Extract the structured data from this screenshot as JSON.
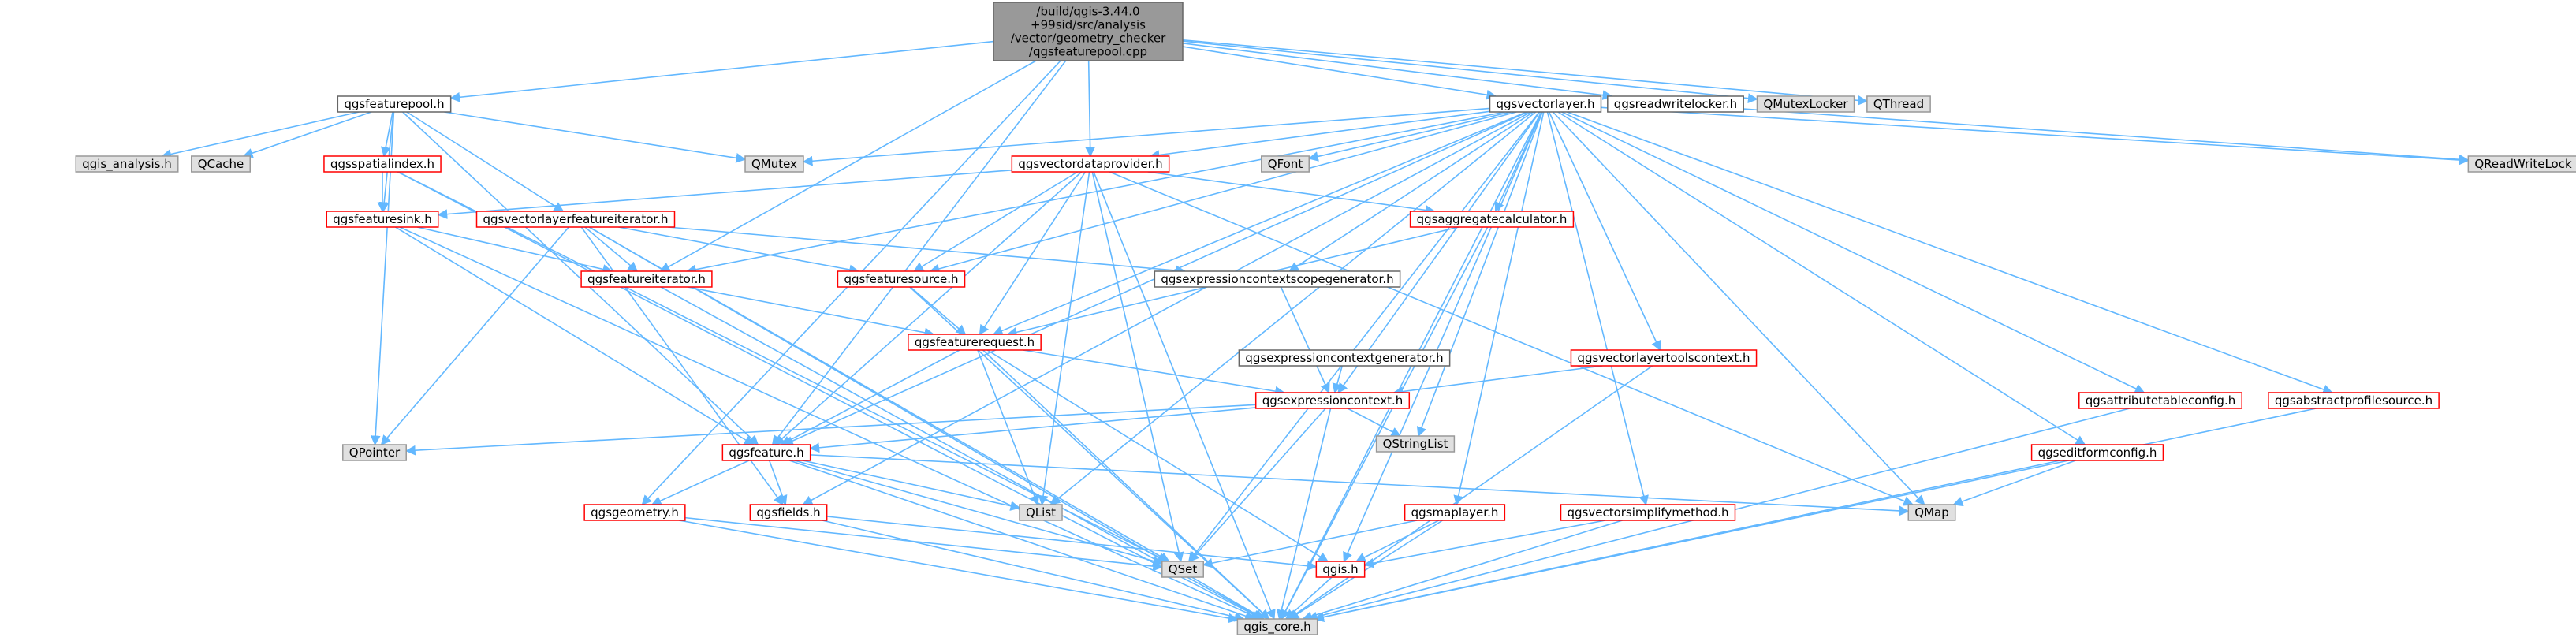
{
  "colors": {
    "root_fill": "#999999",
    "root_stroke": "#666666",
    "white_fill": "#ffffff",
    "gray_fill": "#e0e0e0",
    "gray_stroke": "#999999",
    "red_stroke": "#ff0000",
    "black_stroke": "#666666",
    "text": "#000000",
    "edge": "#63b8ff"
  },
  "nodes": [
    {
      "id": "root",
      "lines": [
        "/build/qgis-3.44.0",
        "+99sid/src/analysis",
        "/vector/geometry_checker",
        "/qgsfeaturepool.cpp"
      ],
      "style": "root"
    },
    {
      "id": "featurepool_h",
      "lines": [
        "qgsfeaturepool.h"
      ],
      "style": "black"
    },
    {
      "id": "vectorlayer_h",
      "lines": [
        "qgsvectorlayer.h"
      ],
      "style": "black"
    },
    {
      "id": "readwritelocker_h",
      "lines": [
        "qgsreadwritelocker.h"
      ],
      "style": "black"
    },
    {
      "id": "qmutexlocker",
      "lines": [
        "QMutexLocker"
      ],
      "style": "gray"
    },
    {
      "id": "qthread",
      "lines": [
        "QThread"
      ],
      "style": "gray"
    },
    {
      "id": "qreadwritelock",
      "lines": [
        "QReadWriteLock"
      ],
      "style": "gray"
    },
    {
      "id": "analysis_h",
      "lines": [
        "qgis_analysis.h"
      ],
      "style": "gray"
    },
    {
      "id": "qcache",
      "lines": [
        "QCache"
      ],
      "style": "gray"
    },
    {
      "id": "spatialindex_h",
      "lines": [
        "qgsspatialindex.h"
      ],
      "style": "red"
    },
    {
      "id": "qmutex",
      "lines": [
        "QMutex"
      ],
      "style": "gray"
    },
    {
      "id": "vectordataprovider_h",
      "lines": [
        "qgsvectordataprovider.h"
      ],
      "style": "red"
    },
    {
      "id": "qfont",
      "lines": [
        "QFont"
      ],
      "style": "gray"
    },
    {
      "id": "featuresink_h",
      "lines": [
        "qgsfeaturesink.h"
      ],
      "style": "red"
    },
    {
      "id": "vlfeatureiterator_h",
      "lines": [
        "qgsvectorlayerfeatureiterator.h"
      ],
      "style": "red"
    },
    {
      "id": "aggregatecalc_h",
      "lines": [
        "qgsaggregatecalculator.h"
      ],
      "style": "red"
    },
    {
      "id": "featureiterator_h",
      "lines": [
        "qgsfeatureiterator.h"
      ],
      "style": "red"
    },
    {
      "id": "featuresource_h",
      "lines": [
        "qgsfeaturesource.h"
      ],
      "style": "red"
    },
    {
      "id": "exprscopegen_h",
      "lines": [
        "qgsexpressioncontextscopegenerator.h"
      ],
      "style": "black"
    },
    {
      "id": "featurerequest_h",
      "lines": [
        "qgsfeaturerequest.h"
      ],
      "style": "red"
    },
    {
      "id": "exprctxgen_h",
      "lines": [
        "qgsexpressioncontextgenerator.h"
      ],
      "style": "black"
    },
    {
      "id": "vltoolscontext_h",
      "lines": [
        "qgsvectorlayertoolscontext.h"
      ],
      "style": "red"
    },
    {
      "id": "attrtableconfig_h",
      "lines": [
        "qgsattributetableconfig.h"
      ],
      "style": "red"
    },
    {
      "id": "abstractprofilesource_h",
      "lines": [
        "qgsabstractprofilesource.h"
      ],
      "style": "red"
    },
    {
      "id": "exprcontext_h",
      "lines": [
        "qgsexpressioncontext.h"
      ],
      "style": "red"
    },
    {
      "id": "qpointer",
      "lines": [
        "QPointer"
      ],
      "style": "gray"
    },
    {
      "id": "feature_h",
      "lines": [
        "qgsfeature.h"
      ],
      "style": "red"
    },
    {
      "id": "qstringlist",
      "lines": [
        "QStringList"
      ],
      "style": "gray"
    },
    {
      "id": "editformconfig_h",
      "lines": [
        "qgseditformconfig.h"
      ],
      "style": "red"
    },
    {
      "id": "qlist",
      "lines": [
        "QList"
      ],
      "style": "gray"
    },
    {
      "id": "qmap",
      "lines": [
        "QMap"
      ],
      "style": "gray"
    },
    {
      "id": "geometry_h",
      "lines": [
        "qgsgeometry.h"
      ],
      "style": "red"
    },
    {
      "id": "fields_h",
      "lines": [
        "qgsfields.h"
      ],
      "style": "red"
    },
    {
      "id": "maplayer_h",
      "lines": [
        "qgsmaplayer.h"
      ],
      "style": "red"
    },
    {
      "id": "vsimplify_h",
      "lines": [
        "qgsvectorsimplifymethod.h"
      ],
      "style": "red"
    },
    {
      "id": "qset",
      "lines": [
        "QSet"
      ],
      "style": "gray"
    },
    {
      "id": "qgis_h",
      "lines": [
        "qgis.h"
      ],
      "style": "red"
    },
    {
      "id": "qgis_core_h",
      "lines": [
        "qgis_core.h"
      ],
      "style": "gray"
    }
  ],
  "edges": [
    [
      "root",
      "featurepool_h"
    ],
    [
      "root",
      "vectorlayer_h"
    ],
    [
      "root",
      "readwritelocker_h"
    ],
    [
      "root",
      "qmutexlocker"
    ],
    [
      "root",
      "qthread"
    ],
    [
      "root",
      "vectordataprovider_h"
    ],
    [
      "root",
      "featureiterator_h"
    ],
    [
      "root",
      "feature_h"
    ],
    [
      "root",
      "geometry_h"
    ],
    [
      "featurepool_h",
      "analysis_h"
    ],
    [
      "featurepool_h",
      "qcache"
    ],
    [
      "featurepool_h",
      "spatialindex_h"
    ],
    [
      "featurepool_h",
      "qmutex"
    ],
    [
      "featurepool_h",
      "featuresink_h"
    ],
    [
      "featurepool_h",
      "vlfeatureiterator_h"
    ],
    [
      "featurepool_h",
      "feature_h"
    ],
    [
      "featurepool_h",
      "qpointer"
    ],
    [
      "vectorlayer_h",
      "qmutex"
    ],
    [
      "vectorlayer_h",
      "vectordataprovider_h"
    ],
    [
      "vectorlayer_h",
      "qfont"
    ],
    [
      "vectorlayer_h",
      "aggregatecalc_h"
    ],
    [
      "vectorlayer_h",
      "featureiterator_h"
    ],
    [
      "vectorlayer_h",
      "featuresource_h"
    ],
    [
      "vectorlayer_h",
      "exprscopegen_h"
    ],
    [
      "vectorlayer_h",
      "featurerequest_h"
    ],
    [
      "vectorlayer_h",
      "vltoolscontext_h"
    ],
    [
      "vectorlayer_h",
      "attrtableconfig_h"
    ],
    [
      "vectorlayer_h",
      "abstractprofilesource_h"
    ],
    [
      "vectorlayer_h",
      "qreadwritelock"
    ],
    [
      "vectorlayer_h",
      "exprcontext_h"
    ],
    [
      "vectorlayer_h",
      "qstringlist"
    ],
    [
      "vectorlayer_h",
      "editformconfig_h"
    ],
    [
      "vectorlayer_h",
      "qlist"
    ],
    [
      "vectorlayer_h",
      "qmap"
    ],
    [
      "vectorlayer_h",
      "maplayer_h"
    ],
    [
      "vectorlayer_h",
      "vsimplify_h"
    ],
    [
      "vectorlayer_h",
      "qset"
    ],
    [
      "vectorlayer_h",
      "qgis_h"
    ],
    [
      "vectorlayer_h",
      "qgis_core_h"
    ],
    [
      "vectorlayer_h",
      "feature_h"
    ],
    [
      "vectorlayer_h",
      "fields_h"
    ],
    [
      "readwritelocker_h",
      "qreadwritelock"
    ],
    [
      "spatialindex_h",
      "featuresink_h"
    ],
    [
      "spatialindex_h",
      "qgis_core_h"
    ],
    [
      "spatialindex_h",
      "qset"
    ],
    [
      "vectordataprovider_h",
      "featuresink_h"
    ],
    [
      "vectordataprovider_h",
      "aggregatecalc_h"
    ],
    [
      "vectordataprovider_h",
      "featuresource_h"
    ],
    [
      "vectordataprovider_h",
      "featurerequest_h"
    ],
    [
      "vectordataprovider_h",
      "feature_h"
    ],
    [
      "vectordataprovider_h",
      "qlist"
    ],
    [
      "vectordataprovider_h",
      "qmap"
    ],
    [
      "vectordataprovider_h",
      "qset"
    ],
    [
      "vectordataprovider_h",
      "qgis_core_h"
    ],
    [
      "featuresink_h",
      "featureiterator_h"
    ],
    [
      "featuresink_h",
      "feature_h"
    ],
    [
      "featuresink_h",
      "qgis_core_h"
    ],
    [
      "vlfeatureiterator_h",
      "featureiterator_h"
    ],
    [
      "vlfeatureiterator_h",
      "featuresource_h"
    ],
    [
      "vlfeatureiterator_h",
      "exprscopegen_h"
    ],
    [
      "vlfeatureiterator_h",
      "qpointer"
    ],
    [
      "vlfeatureiterator_h",
      "fields_h"
    ],
    [
      "vlfeatureiterator_h",
      "qset"
    ],
    [
      "vlfeatureiterator_h",
      "qgis_core_h"
    ],
    [
      "aggregatecalc_h",
      "featurerequest_h"
    ],
    [
      "aggregatecalc_h",
      "qgis_core_h"
    ],
    [
      "featureiterator_h",
      "featurerequest_h"
    ],
    [
      "featureiterator_h",
      "qgis_core_h"
    ],
    [
      "featuresource_h",
      "featurerequest_h"
    ],
    [
      "featuresource_h",
      "qgis_core_h"
    ],
    [
      "exprscopegen_h",
      "exprcontext_h"
    ],
    [
      "featurerequest_h",
      "exprcontext_h"
    ],
    [
      "featurerequest_h",
      "feature_h"
    ],
    [
      "featurerequest_h",
      "qlist"
    ],
    [
      "featurerequest_h",
      "qgis_h"
    ],
    [
      "featurerequest_h",
      "qgis_core_h"
    ],
    [
      "exprctxgen_h",
      "exprcontext_h"
    ],
    [
      "vltoolscontext_h",
      "exprcontext_h"
    ],
    [
      "vltoolscontext_h",
      "qgis_core_h"
    ],
    [
      "attrtableconfig_h",
      "qgis_core_h"
    ],
    [
      "abstractprofilesource_h",
      "qgis_core_h"
    ],
    [
      "exprcontext_h",
      "qpointer"
    ],
    [
      "exprcontext_h",
      "feature_h"
    ],
    [
      "exprcontext_h",
      "qstringlist"
    ],
    [
      "exprcontext_h",
      "qset"
    ],
    [
      "exprcontext_h",
      "qgis_core_h"
    ],
    [
      "feature_h",
      "geometry_h"
    ],
    [
      "feature_h",
      "fields_h"
    ],
    [
      "feature_h",
      "qlist"
    ],
    [
      "feature_h",
      "qmap"
    ],
    [
      "feature_h",
      "qset"
    ],
    [
      "feature_h",
      "qgis_core_h"
    ],
    [
      "editformconfig_h",
      "qmap"
    ],
    [
      "editformconfig_h",
      "qgis_core_h"
    ],
    [
      "geometry_h",
      "qset"
    ],
    [
      "geometry_h",
      "qgis_core_h"
    ],
    [
      "fields_h",
      "qgis_h"
    ],
    [
      "fields_h",
      "qgis_core_h"
    ],
    [
      "maplayer_h",
      "qgis_h"
    ],
    [
      "maplayer_h",
      "qset"
    ],
    [
      "maplayer_h",
      "qgis_core_h"
    ],
    [
      "vsimplify_h",
      "qgis_h"
    ],
    [
      "vsimplify_h",
      "qgis_core_h"
    ],
    [
      "qgis_h",
      "qgis_core_h"
    ]
  ]
}
